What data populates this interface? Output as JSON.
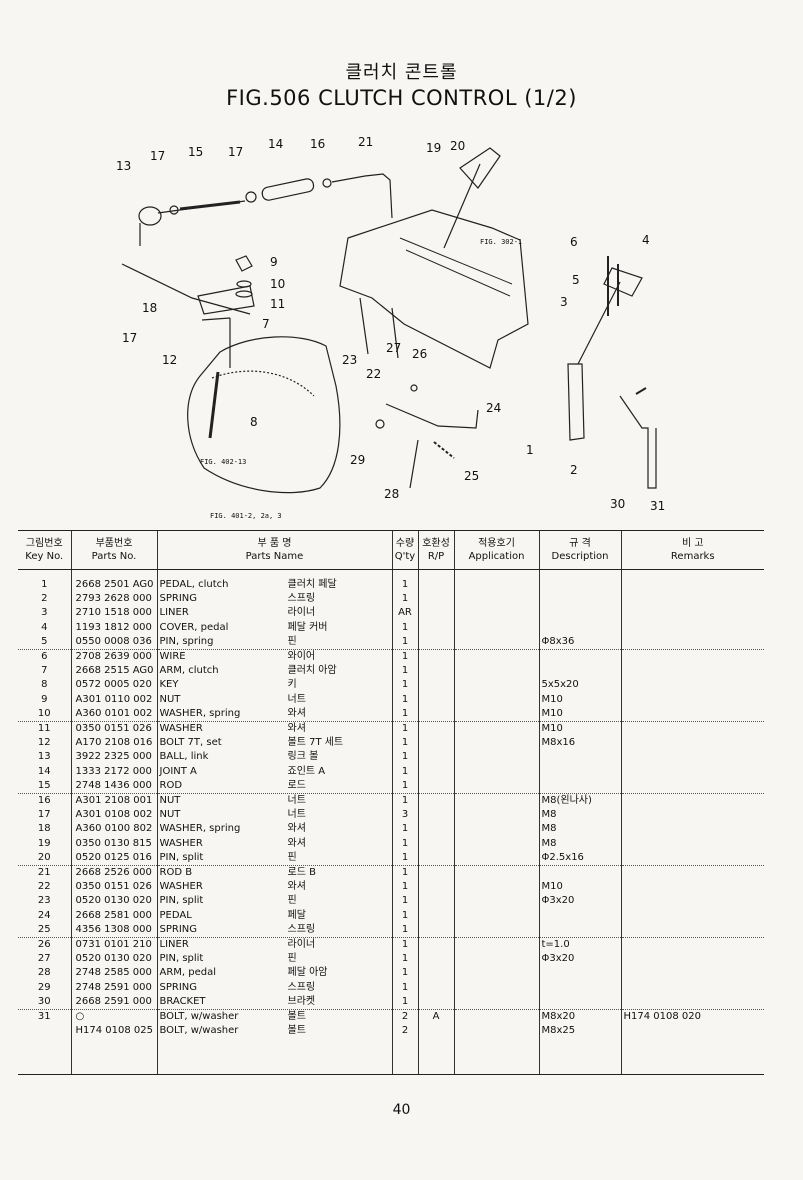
{
  "title_kr": "클러치 콘트롤",
  "title_en": "FIG.506  CLUTCH CONTROL (1/2)",
  "diagram": {
    "callouts": [
      "13",
      "17",
      "15",
      "17",
      "14",
      "16",
      "21",
      "19",
      "20",
      "6",
      "4",
      "9",
      "10",
      "11",
      "7",
      "18",
      "17",
      "12",
      "5",
      "3",
      "27",
      "26",
      "23",
      "22",
      "8",
      "24",
      "1",
      "29",
      "25",
      "2",
      "28",
      "30",
      "31"
    ],
    "figure_refs": [
      "FIG. 302-1",
      "FIG. 402-13",
      "FIG. 401-2, 2a, 3"
    ]
  },
  "table": {
    "headers": {
      "key_kr": "그림번호",
      "key_en": "Key No.",
      "part_kr": "부품번호",
      "part_en": "Parts No.",
      "name_kr": "부     품     명",
      "name_en": "Parts        Name",
      "qty_kr": "수량",
      "qty_en": "Q'ty",
      "rp_kr": "호환성",
      "rp_en": "R/P",
      "app_kr": "적용호기",
      "app_en": "Application",
      "desc_kr": "규     격",
      "desc_en": "Description",
      "rem_kr": "비     고",
      "rem_en": "Remarks"
    },
    "rows": [
      {
        "key": "1",
        "part": "2668 2501 AG0",
        "name_en": "PEDAL, clutch",
        "name_kr": "클러치 페달",
        "qty": "1",
        "rp": "",
        "app": "",
        "desc": "",
        "rem": ""
      },
      {
        "key": "2",
        "part": "2793 2628 000",
        "name_en": "SPRING",
        "name_kr": "스프링",
        "qty": "1",
        "rp": "",
        "app": "",
        "desc": "",
        "rem": ""
      },
      {
        "key": "3",
        "part": "2710 1518 000",
        "name_en": "LINER",
        "name_kr": "라이너",
        "qty": "AR",
        "rp": "",
        "app": "",
        "desc": "",
        "rem": ""
      },
      {
        "key": "4",
        "part": "1193 1812 000",
        "name_en": "COVER, pedal",
        "name_kr": "페달 커버",
        "qty": "1",
        "rp": "",
        "app": "",
        "desc": "",
        "rem": ""
      },
      {
        "key": "5",
        "part": "0550 0008 036",
        "name_en": "PIN, spring",
        "name_kr": "핀",
        "qty": "1",
        "rp": "",
        "app": "",
        "desc": "Φ8x36",
        "rem": ""
      },
      {
        "key": "6",
        "part": "2708 2639 000",
        "name_en": "WIRE",
        "name_kr": "와이어",
        "qty": "1",
        "rp": "",
        "app": "",
        "desc": "",
        "rem": ""
      },
      {
        "key": "7",
        "part": "2668 2515 AG0",
        "name_en": "ARM, clutch",
        "name_kr": "클러치 아암",
        "qty": "1",
        "rp": "",
        "app": "",
        "desc": "",
        "rem": ""
      },
      {
        "key": "8",
        "part": "0572 0005 020",
        "name_en": "KEY",
        "name_kr": "키",
        "qty": "1",
        "rp": "",
        "app": "",
        "desc": "5x5x20",
        "rem": ""
      },
      {
        "key": "9",
        "part": "A301 0110 002",
        "name_en": "NUT",
        "name_kr": "너트",
        "qty": "1",
        "rp": "",
        "app": "",
        "desc": "M10",
        "rem": ""
      },
      {
        "key": "10",
        "part": "A360 0101 002",
        "name_en": "WASHER, spring",
        "name_kr": "와셔",
        "qty": "1",
        "rp": "",
        "app": "",
        "desc": "M10",
        "rem": ""
      },
      {
        "key": "11",
        "part": "0350 0151 026",
        "name_en": "WASHER",
        "name_kr": "와셔",
        "qty": "1",
        "rp": "",
        "app": "",
        "desc": "M10",
        "rem": ""
      },
      {
        "key": "12",
        "part": "A170 2108 016",
        "name_en": "BOLT 7T, set",
        "name_kr": "볼트 7T 세트",
        "qty": "1",
        "rp": "",
        "app": "",
        "desc": "M8x16",
        "rem": ""
      },
      {
        "key": "13",
        "part": "3922 2325 000",
        "name_en": "BALL, link",
        "name_kr": "링크 볼",
        "qty": "1",
        "rp": "",
        "app": "",
        "desc": "",
        "rem": ""
      },
      {
        "key": "14",
        "part": "1333 2172 000",
        "name_en": "JOINT A",
        "name_kr": "죠인트 A",
        "qty": "1",
        "rp": "",
        "app": "",
        "desc": "",
        "rem": ""
      },
      {
        "key": "15",
        "part": "2748 1436 000",
        "name_en": "ROD",
        "name_kr": "로드",
        "qty": "1",
        "rp": "",
        "app": "",
        "desc": "",
        "rem": ""
      },
      {
        "key": "16",
        "part": "A301 2108 001",
        "name_en": "NUT",
        "name_kr": "너트",
        "qty": "1",
        "rp": "",
        "app": "",
        "desc": "M8(왼나사)",
        "rem": ""
      },
      {
        "key": "17",
        "part": "A301 0108 002",
        "name_en": "NUT",
        "name_kr": "너트",
        "qty": "3",
        "rp": "",
        "app": "",
        "desc": "M8",
        "rem": ""
      },
      {
        "key": "18",
        "part": "A360 0100 802",
        "name_en": "WASHER, spring",
        "name_kr": "와셔",
        "qty": "1",
        "rp": "",
        "app": "",
        "desc": "M8",
        "rem": ""
      },
      {
        "key": "19",
        "part": "0350 0130 815",
        "name_en": "WASHER",
        "name_kr": "와셔",
        "qty": "1",
        "rp": "",
        "app": "",
        "desc": "M8",
        "rem": ""
      },
      {
        "key": "20",
        "part": "0520 0125 016",
        "name_en": "PIN, split",
        "name_kr": "핀",
        "qty": "1",
        "rp": "",
        "app": "",
        "desc": "Φ2.5x16",
        "rem": ""
      },
      {
        "key": "21",
        "part": "2668 2526 000",
        "name_en": "ROD B",
        "name_kr": "로드 B",
        "qty": "1",
        "rp": "",
        "app": "",
        "desc": "",
        "rem": ""
      },
      {
        "key": "22",
        "part": "0350 0151 026",
        "name_en": "WASHER",
        "name_kr": "와셔",
        "qty": "1",
        "rp": "",
        "app": "",
        "desc": "M10",
        "rem": ""
      },
      {
        "key": "23",
        "part": "0520 0130 020",
        "name_en": "PIN, split",
        "name_kr": "핀",
        "qty": "1",
        "rp": "",
        "app": "",
        "desc": "Φ3x20",
        "rem": ""
      },
      {
        "key": "24",
        "part": "2668 2581 000",
        "name_en": "PEDAL",
        "name_kr": "페달",
        "qty": "1",
        "rp": "",
        "app": "",
        "desc": "",
        "rem": ""
      },
      {
        "key": "25",
        "part": "4356 1308 000",
        "name_en": "SPRING",
        "name_kr": "스프링",
        "qty": "1",
        "rp": "",
        "app": "",
        "desc": "",
        "rem": ""
      },
      {
        "key": "26",
        "part": "0731 0101 210",
        "name_en": "LINER",
        "name_kr": "라이너",
        "qty": "1",
        "rp": "",
        "app": "",
        "desc": "t=1.0",
        "rem": ""
      },
      {
        "key": "27",
        "part": "0520 0130 020",
        "name_en": "PIN, split",
        "name_kr": "핀",
        "qty": "1",
        "rp": "",
        "app": "",
        "desc": "Φ3x20",
        "rem": ""
      },
      {
        "key": "28",
        "part": "2748 2585 000",
        "name_en": "ARM, pedal",
        "name_kr": "페달 아암",
        "qty": "1",
        "rp": "",
        "app": "",
        "desc": "",
        "rem": ""
      },
      {
        "key": "29",
        "part": "2748 2591 000",
        "name_en": "SPRING",
        "name_kr": "스프링",
        "qty": "1",
        "rp": "",
        "app": "",
        "desc": "",
        "rem": ""
      },
      {
        "key": "30",
        "part": "2668 2591 000",
        "name_en": "BRACKET",
        "name_kr": "브라켓",
        "qty": "1",
        "rp": "",
        "app": "",
        "desc": "",
        "rem": ""
      },
      {
        "key": "31",
        "part": "○",
        "name_en": "BOLT, w/washer",
        "name_kr": "볼트",
        "qty": "2",
        "rp": "A",
        "app": "",
        "desc": "M8x20",
        "rem": "H174 0108 020"
      },
      {
        "key": "",
        "part": "H174 0108 025",
        "name_en": "BOLT, w/washer",
        "name_kr": "볼트",
        "qty": "2",
        "rp": "",
        "app": "",
        "desc": "M8x25",
        "rem": ""
      }
    ]
  },
  "page_number": "40"
}
